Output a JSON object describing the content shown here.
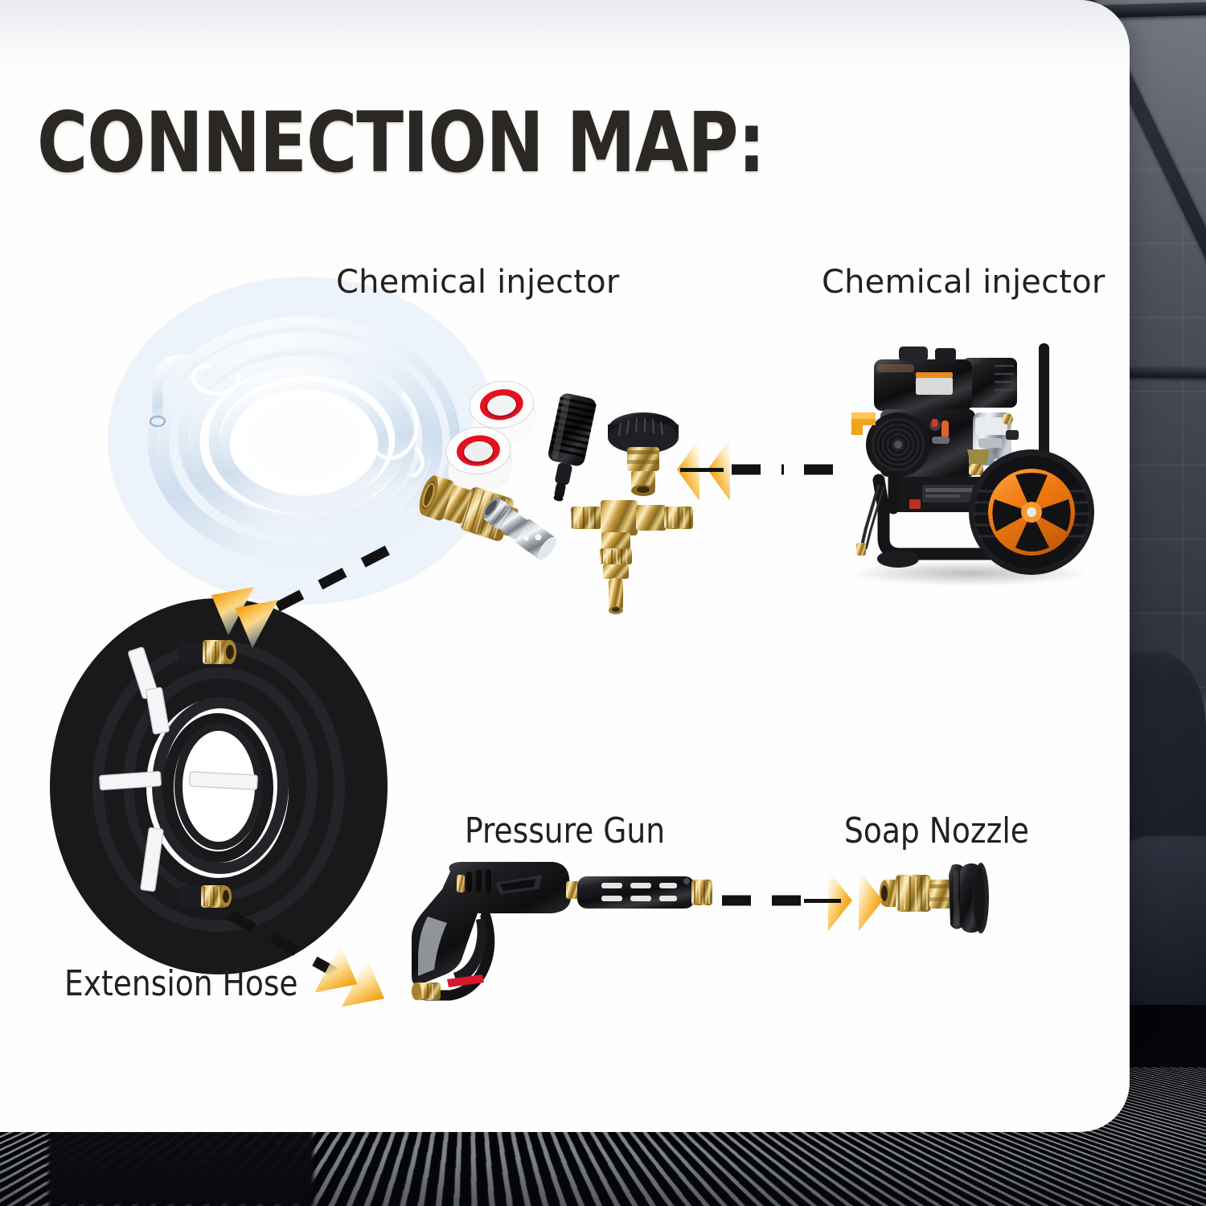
{
  "page": {
    "title": "CONNECTION MAP:",
    "background_scene": "dark industrial garage with ceiling beams, tiled wall, metal grating floor and mist",
    "card_color": "#fefefe",
    "title_color": "#2b2823",
    "accent_color": "#ef9b11",
    "arrow_gradient": [
      "#f6d98c",
      "#ef9b11",
      "#d98008"
    ],
    "dash_color": "#121212"
  },
  "labels": [
    {
      "id": "chemical-injector-left",
      "text": "Chemical injector"
    },
    {
      "id": "chemical-injector-right",
      "text": "Chemical injector"
    },
    {
      "id": "pressure-gun",
      "text": "Pressure Gun"
    },
    {
      "id": "soap-nozzle",
      "text": "Soap Nozzle"
    },
    {
      "id": "extension-hose",
      "text": "Extension Hose"
    }
  ],
  "components": [
    {
      "id": "clear-vinyl-hose",
      "name": "clear vinyl suction hose coil",
      "color": "#d6e4f2"
    },
    {
      "id": "ptfe-tape-rolls",
      "name": "white PTFE thread seal tape rolls",
      "count": 2,
      "body_color": "#ffffff",
      "core_color": "#e4121f"
    },
    {
      "id": "black-filter",
      "name": "black ribbed chemical filter with barb",
      "color": "#151517"
    },
    {
      "id": "black-knob-coupler",
      "name": "black knob quick connect plug",
      "color": "#1b1b1e"
    },
    {
      "id": "brass-coupler",
      "name": "brass quick connect coupler",
      "color": "#c79c3e"
    },
    {
      "id": "steel-fitting",
      "name": "stainless steel adapter fitting",
      "color": "#c2c8ce"
    },
    {
      "id": "brass-injector-tee",
      "name": "brass chemical injector tee body with barb",
      "color": "#c79c3e"
    },
    {
      "id": "pressure-washer",
      "name": "gas engine pressure washer with orange wheels",
      "body_color": "#1a1a1c",
      "wheel_color": "#f07a10",
      "handle_color": "#efa41d"
    },
    {
      "id": "extension-hose",
      "name": "black high pressure extension hose coil with brass ends",
      "color": "#18181a",
      "strap_color": "#fdfdfd"
    },
    {
      "id": "pressure-gun",
      "name": "black pressure washer trigger gun with vented barrel",
      "color": "#1b1b1e",
      "safety_color": "#d8182a"
    },
    {
      "id": "soap-nozzle",
      "name": "brass soap nozzle with black adjustable knob",
      "body_color": "#c79c3e",
      "knob_color": "#1c1c1e"
    }
  ],
  "arrows": [
    {
      "id": "machine-to-injector",
      "from": "pressure-washer",
      "to": "chemical-injector-parts",
      "direction": "left",
      "style": "double-chevron-dashed"
    },
    {
      "id": "injector-to-hose",
      "from": "chemical-injector-parts",
      "to": "extension-hose",
      "direction": "down-left",
      "style": "double-chevron-dashed"
    },
    {
      "id": "hose-to-gun",
      "from": "extension-hose",
      "to": "pressure-gun",
      "direction": "down-right",
      "style": "double-chevron-dashed"
    },
    {
      "id": "gun-to-nozzle",
      "from": "pressure-gun",
      "to": "soap-nozzle",
      "direction": "right",
      "style": "double-chevron-dashed"
    }
  ]
}
